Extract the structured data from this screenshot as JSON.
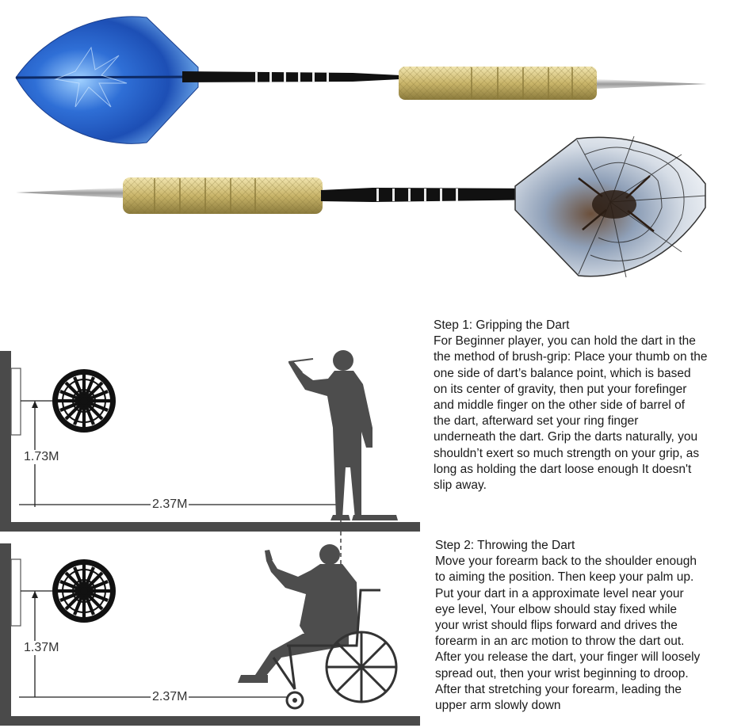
{
  "colors": {
    "ground": "#4a4a4a",
    "silhouette": "#4d4d4d",
    "barrel_gold": "#c9b56a",
    "shaft_black": "#111111",
    "flight_blue": "#2f6fd6",
    "flight_spider": "#b8c4d0"
  },
  "icons": {
    "dart_blue": "dart-blue-flight-icon",
    "dart_spider": "dart-spider-flight-icon",
    "dartboard": "dartboard-icon",
    "standing_player": "standing-player-icon",
    "wheelchair_player": "wheelchair-player-icon"
  },
  "diagram_standing": {
    "height_label": "1.73M",
    "distance_label": "2.37M"
  },
  "diagram_wheelchair": {
    "height_label": "1.37M",
    "distance_label": "2.37M"
  },
  "step1": {
    "lines": [
      "Step 1: Gripping the Dart",
      "For Beginner player, you can hold the dart in the",
      "the method of brush-grip: Place your thumb on the",
      "one side of dart’s balance point, which is based",
      "on its center of gravity, then put your forefinger",
      "and middle finger on the other side of barrel of",
      "the dart, afterward set your ring finger",
      "underneath the dart. Grip the darts naturally, you",
      "shouldn’t exert so much strength on your grip, as",
      "long as holding the dart loose enough It doesn't",
      "slip away."
    ]
  },
  "step2": {
    "lines": [
      "Step 2: Throwing the Dart",
      "Move your forearm back to the shoulder enough",
      "to aiming the position. Then keep your palm up.",
      "Put your dart in a approximate level near your",
      "eye level, Your elbow should stay fixed while",
      "your wrist should flips forward and drives the",
      "forearm in an arc motion to throw the dart out.",
      "After you release the dart, your finger will loosely",
      "spread out, then your wrist beginning to droop.",
      "After that stretching your forearm, leading the",
      "upper arm slowly down"
    ]
  }
}
